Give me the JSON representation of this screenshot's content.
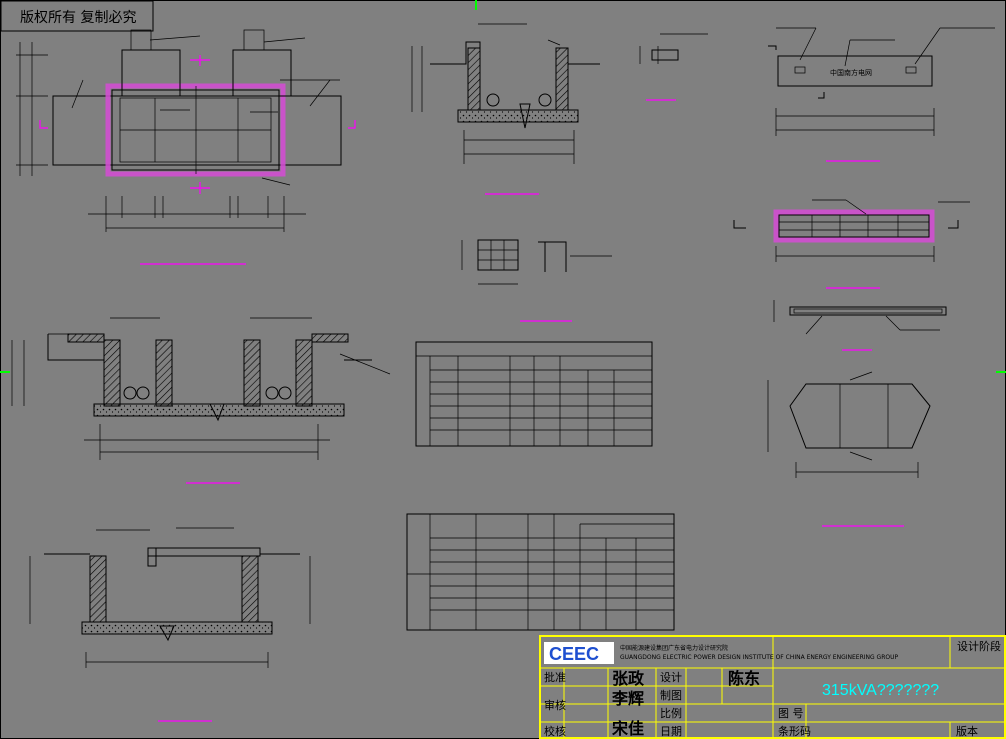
{
  "copyright": "版权所有  复制必究",
  "title_block": {
    "org_name_cn": "中国能源建设集团广东省电力设计研究院",
    "org_name_en": "GUANGDONG ELECTRIC POWER DESIGN INSTITUTE OF CHINA ENERGY ENGINEERING GROUP",
    "logo_text": "CEEC",
    "drawing_title": "315kVA???????",
    "stage_label": "设计阶段",
    "row_approve": "批准",
    "row_review": "审核",
    "row_check": "校核",
    "row_design": "设计",
    "row_draw": "制图",
    "row_scale": "比例",
    "row_date": "日期",
    "drawing_no_label": "图  号",
    "barcode_label": "条形码",
    "version_label": "版本",
    "sig_approve": "张政",
    "sig_review": "李辉",
    "sig_check": "宋佳",
    "sig_design": "陈东"
  },
  "plate_label": "中国南方电网",
  "colors": {
    "background": "#808080",
    "line": "#000000",
    "highlight": "#ff00ff",
    "frame_marker": "#00ff00",
    "title_block": "#ffff00",
    "title_text": "#00ffff"
  }
}
